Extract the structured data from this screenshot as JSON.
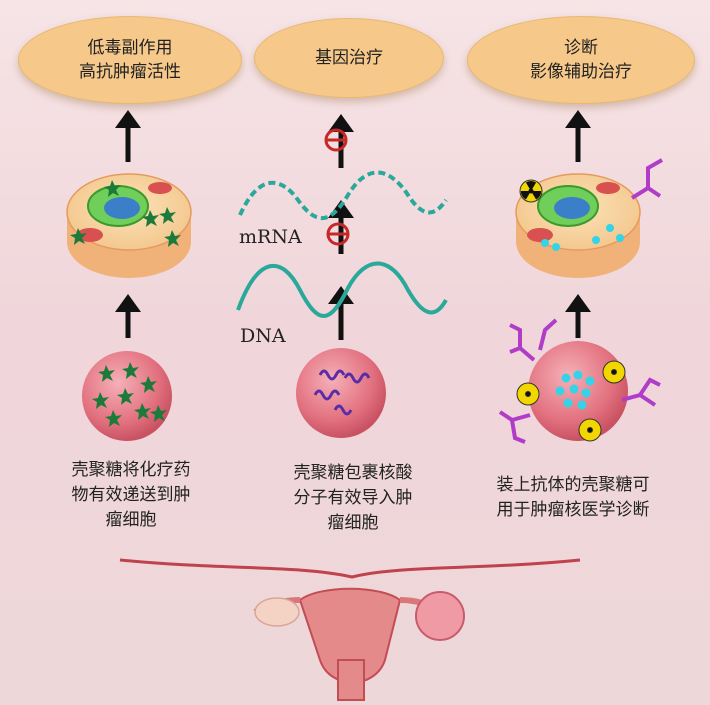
{
  "top_boxes": [
    {
      "line1": "低毒副作用",
      "line2": "高抗肿瘤活性"
    },
    {
      "line1": "基因治疗",
      "line2": ""
    },
    {
      "line1": "诊断",
      "line2": "影像辅助治疗"
    }
  ],
  "labels": {
    "mrna": "mRNA",
    "dna": "DNA"
  },
  "captions": [
    {
      "line1": "壳聚糖将化疗药",
      "line2": "物有效递送到肿",
      "line3": "瘤细胞"
    },
    {
      "line1": "壳聚糖包裹核酸",
      "line2": "分子有效导入肿",
      "line3": "瘤细胞"
    },
    {
      "line1": "装上抗体的壳聚糖可",
      "line2": "用于肿瘤核医学诊断",
      "line3": ""
    }
  ],
  "colors": {
    "oval": "#f6c98a",
    "arrow": "#111111",
    "wave": "#2aa89a",
    "tumor_sphere": "#e2707e",
    "drug_star": "#1c7a3a",
    "dna_squiggle": "#5b2ca8",
    "antibody": "#b03cc8",
    "nanoparticle": "#33d3e8",
    "block_sign": "#c62828",
    "radioactive": "#f2d600"
  }
}
